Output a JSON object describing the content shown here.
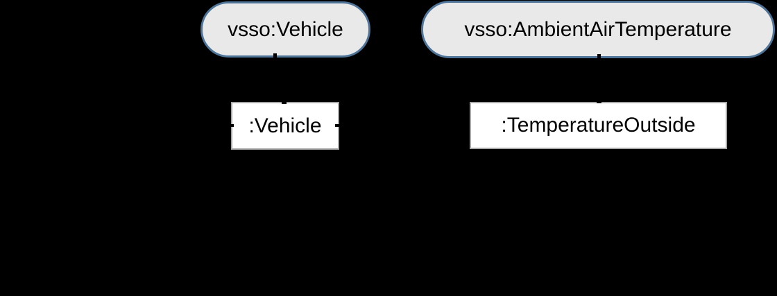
{
  "diagram": {
    "background": "#000000",
    "colors": {
      "class_fill": "#e9e9e9",
      "class_border": "#4e7499",
      "instance_fill": "#ffffff",
      "instance_border": "#a7a7a7",
      "label_text": "#000000",
      "connector": "#000000"
    },
    "class_nodes": [
      {
        "label": "vsso:Vehicle"
      },
      {
        "label": "vsso:AmbientAirTemperature"
      }
    ],
    "instance_nodes": [
      {
        "label": ":Vehicle"
      },
      {
        "label": ":TemperatureOutside"
      }
    ]
  }
}
